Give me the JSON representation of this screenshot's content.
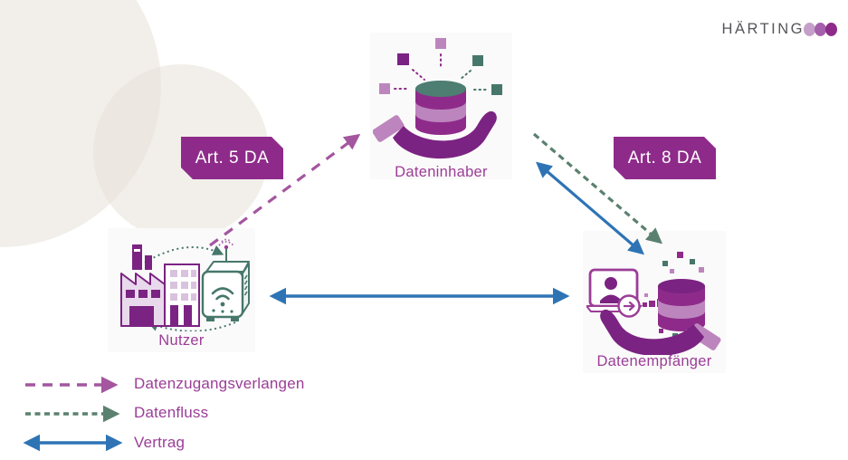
{
  "logo": {
    "text": "HÄRTING",
    "dot_colors": [
      "#c59fca",
      "#a560ab",
      "#8e2b8a"
    ]
  },
  "nodes": {
    "dateninhaber": {
      "label": "Dateninhaber"
    },
    "nutzer": {
      "label": "Nutzer"
    },
    "datenempfaenger": {
      "label": "Datenempfänger"
    }
  },
  "badges": {
    "art5": {
      "label": "Art. 5 DA"
    },
    "art8": {
      "label": "Art. 8 DA"
    }
  },
  "legend": {
    "items": [
      {
        "label": "Datenzugangsverlangen",
        "style": "dashed",
        "color": "#a4569f"
      },
      {
        "label": "Datenfluss",
        "style": "dashed-short",
        "color": "#5a816f"
      },
      {
        "label": "Vertrag",
        "style": "solid-double",
        "color": "#2e74b5"
      }
    ]
  },
  "colors": {
    "banner_purple": "#8e2b8a",
    "icon_dark_purple": "#7b2382",
    "icon_light_purple": "#bd85bd",
    "teal": "#47776b",
    "blue": "#2e74b5",
    "label_purple": "#9b3d97",
    "background_beige": "#f2eee7"
  },
  "icons": {
    "dateninhaber": "hand-holding-database-icon",
    "nutzer": "factory-iot-device-icon",
    "datenempfaenger": "laptop-user-data-transfer-icon",
    "logo": "haerting-three-dots-logo"
  }
}
